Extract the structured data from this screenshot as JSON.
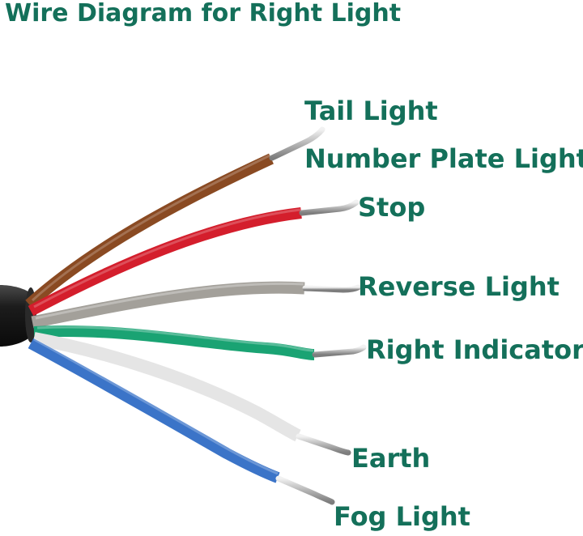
{
  "title": "Wire Diagram for Right Light",
  "wires": [
    {
      "color_name": "brown",
      "color": "#8a4a22",
      "labels": [
        "Tail Light",
        "Number Plate Light"
      ]
    },
    {
      "color_name": "red",
      "color": "#d41e2c",
      "labels": [
        "Stop"
      ]
    },
    {
      "color_name": "grey",
      "color": "#a3a09a",
      "labels": [
        "Reverse Light"
      ]
    },
    {
      "color_name": "green",
      "color": "#1aa373",
      "labels": [
        "Right Indicator"
      ]
    },
    {
      "color_name": "white",
      "color": "#f4f4f4",
      "labels": [
        "Earth"
      ]
    },
    {
      "color_name": "blue",
      "color": "#3b74c8",
      "labels": [
        "Fog Light"
      ]
    }
  ],
  "label_color": "#14705a",
  "cable_sheath_color": "#1c1c1c",
  "conductor_color": "#c8c8c8"
}
